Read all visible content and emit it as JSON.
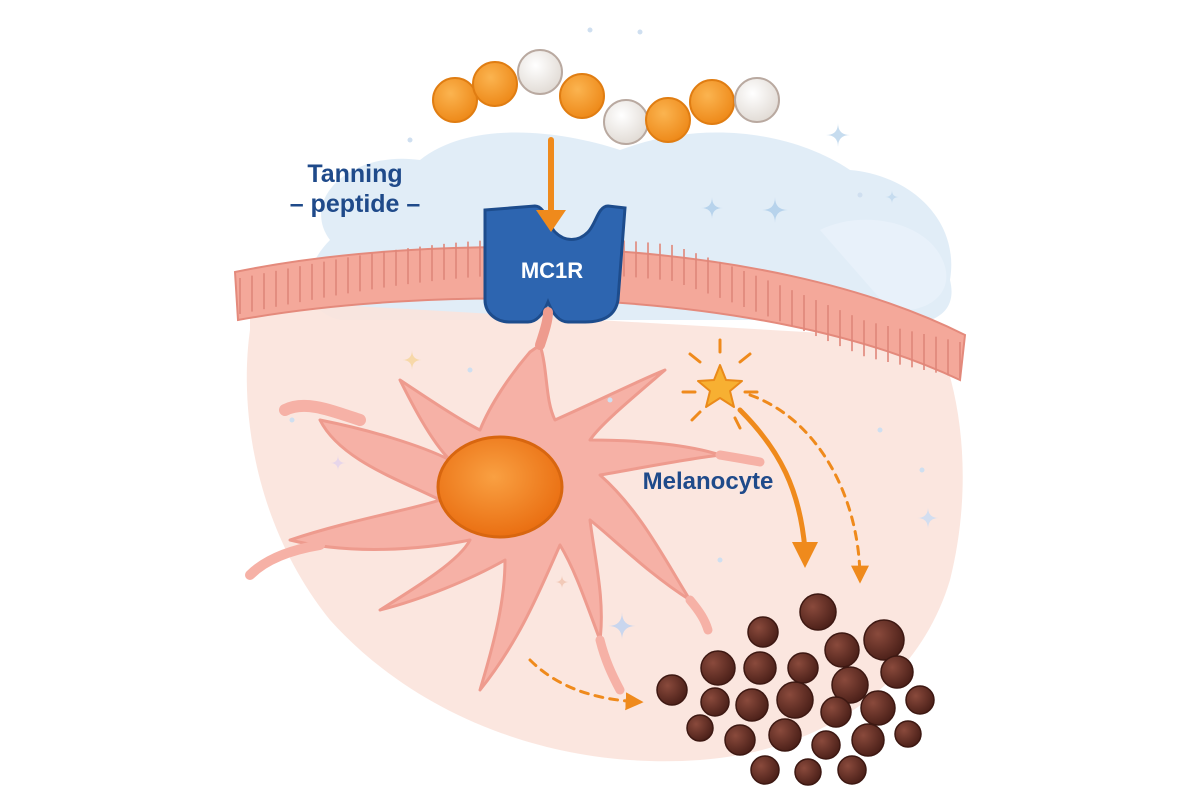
{
  "labels": {
    "peptide_line1": "Tanning",
    "peptide_line2": "– peptide –",
    "receptor": "MC1R",
    "cell": "Melanocyte"
  },
  "colors": {
    "background": "#ffffff",
    "label_blue": "#1f4a8a",
    "receptor_blue": "#2d65b0",
    "peptide_orange": "#f39a2a",
    "peptide_white": "#f2efec",
    "membrane_pink": "#f4a89a",
    "cell_pink": "#f6b1a6",
    "nucleus_orange": "#f07e1e",
    "melanin_brown": "#5a2a22",
    "arrow_orange": "#ef8a1c",
    "sky_blue": "#dceaf6",
    "tissue_peach": "#fbe3dc"
  },
  "icons": [
    "sparkle-icon",
    "star-icon",
    "arrow-icon"
  ]
}
